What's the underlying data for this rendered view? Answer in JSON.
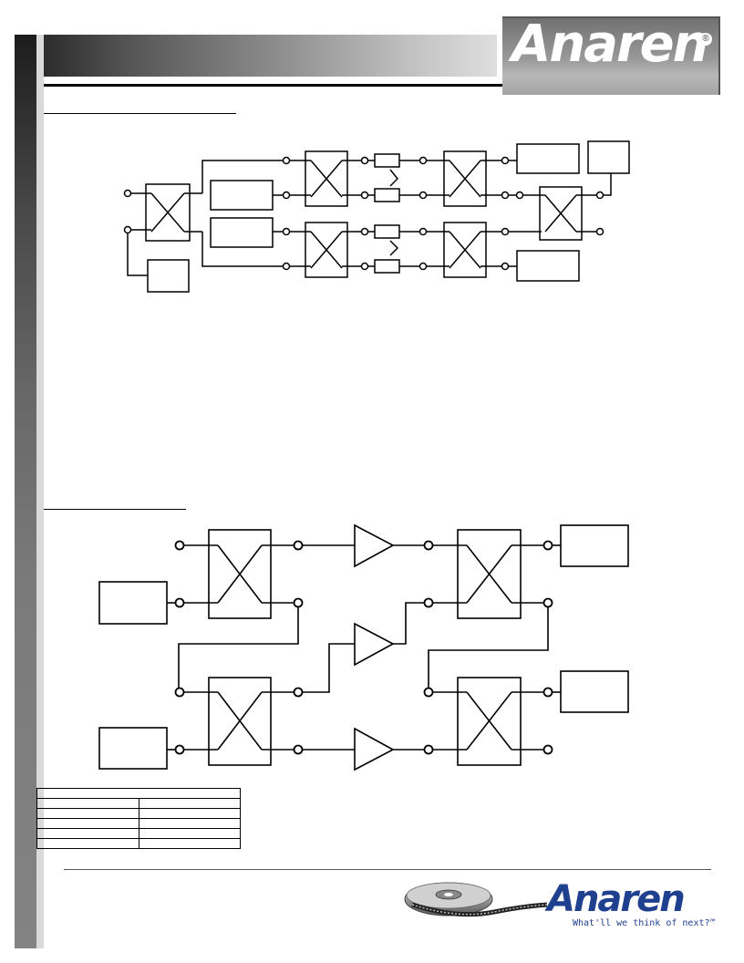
{
  "header": {
    "brand": "Anaren",
    "registered_mark": "®"
  },
  "footer": {
    "brand": "Anaren",
    "tagline": "What'll we think of next?™"
  },
  "colors": {
    "footer_brand": "#1f3f8f",
    "header_logo_text": "#ffffff",
    "rule": "#000000"
  },
  "table": {
    "columns": 2,
    "rows": 6
  }
}
